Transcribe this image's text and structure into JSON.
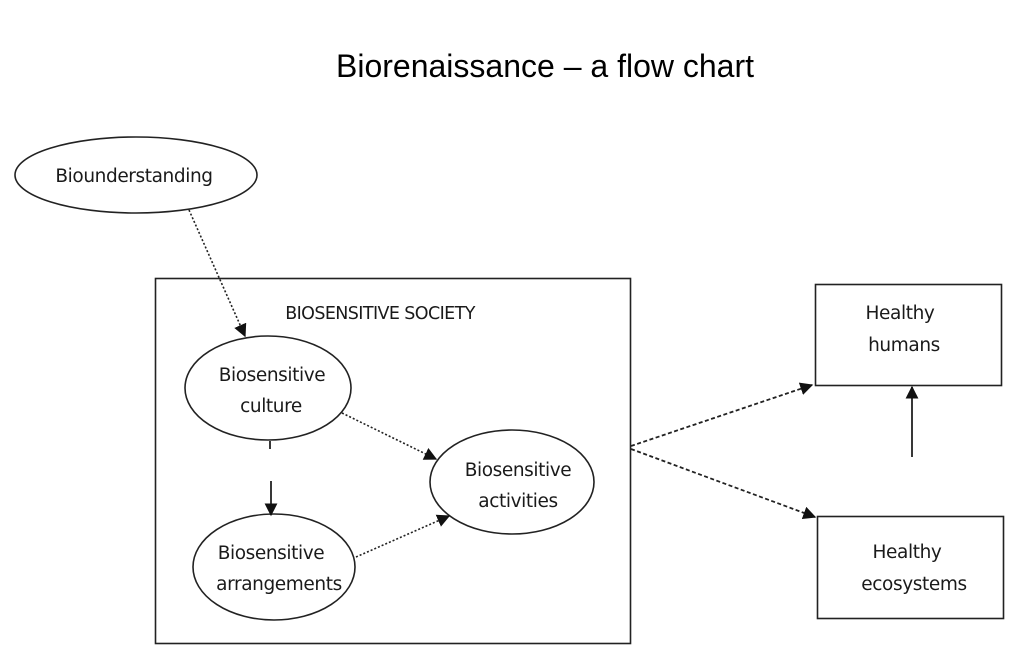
{
  "title": "Biorenaissance – a flow chart",
  "nodes": {
    "biounderstanding": {
      "lines": [
        "Biounderstanding"
      ],
      "shape": "ellipse"
    },
    "society": {
      "label": "BIOSENSITIVE SOCIETY",
      "shape": "rectangle"
    },
    "culture": {
      "lines": [
        "Biosensitive",
        "culture"
      ],
      "shape": "ellipse"
    },
    "arrangements": {
      "lines": [
        "Biosensitive",
        "arrangements"
      ],
      "shape": "ellipse"
    },
    "activities": {
      "lines": [
        "Biosensitive",
        "activities"
      ],
      "shape": "ellipse"
    },
    "humans": {
      "lines": [
        "Healthy",
        "humans"
      ],
      "shape": "rectangle"
    },
    "ecosystems": {
      "lines": [
        "Healthy",
        "ecosystems"
      ],
      "shape": "rectangle"
    }
  },
  "edges": [
    {
      "from": "biounderstanding",
      "to": "culture",
      "style": "dotted"
    },
    {
      "from": "culture",
      "to": "arrangements",
      "style": "solid"
    },
    {
      "from": "culture",
      "to": "activities",
      "style": "dotted"
    },
    {
      "from": "arrangements",
      "to": "activities",
      "style": "dotted"
    },
    {
      "from": "society",
      "to": "humans",
      "style": "dashed"
    },
    {
      "from": "society",
      "to": "ecosystems",
      "style": "dashed"
    },
    {
      "from": "ecosystems",
      "to": "humans",
      "style": "solid"
    }
  ],
  "colors": {
    "stroke": "#222222",
    "text": "#1a1a1a",
    "background": "#ffffff"
  }
}
